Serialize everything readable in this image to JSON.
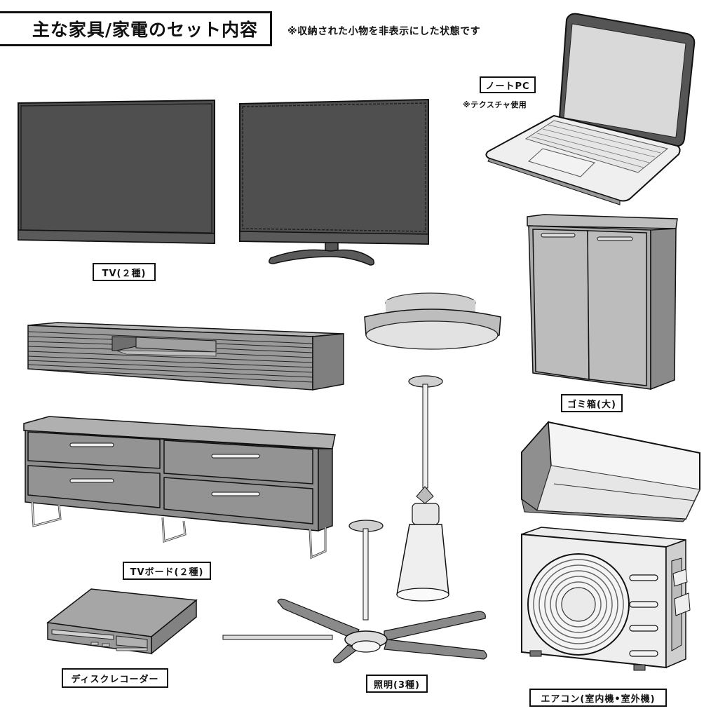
{
  "header": {
    "title": "主な家具/家電のセット内容",
    "note": "※収納された小物を非表示にした状態です"
  },
  "items": {
    "tv": {
      "label": "TV(２種)"
    },
    "laptop": {
      "label": "ノートPC",
      "note": "※テクスチャ使用"
    },
    "tv_board": {
      "label": "TVボード(２種)"
    },
    "trash_bin": {
      "label": "ゴミ箱(大)"
    },
    "disc_recorder": {
      "label": "ディスクレコーダー"
    },
    "lighting": {
      "label": "照明(3種)"
    },
    "air_conditioner": {
      "label": "エアコン(室内機•室外機)"
    }
  },
  "colors": {
    "screen": "#4f4f4f",
    "body_dark": "#555555",
    "furniture": "#8c8c8c",
    "furniture_light": "#a8a8a8",
    "appliance_light": "#e8e8e8",
    "outline": "#111111"
  }
}
